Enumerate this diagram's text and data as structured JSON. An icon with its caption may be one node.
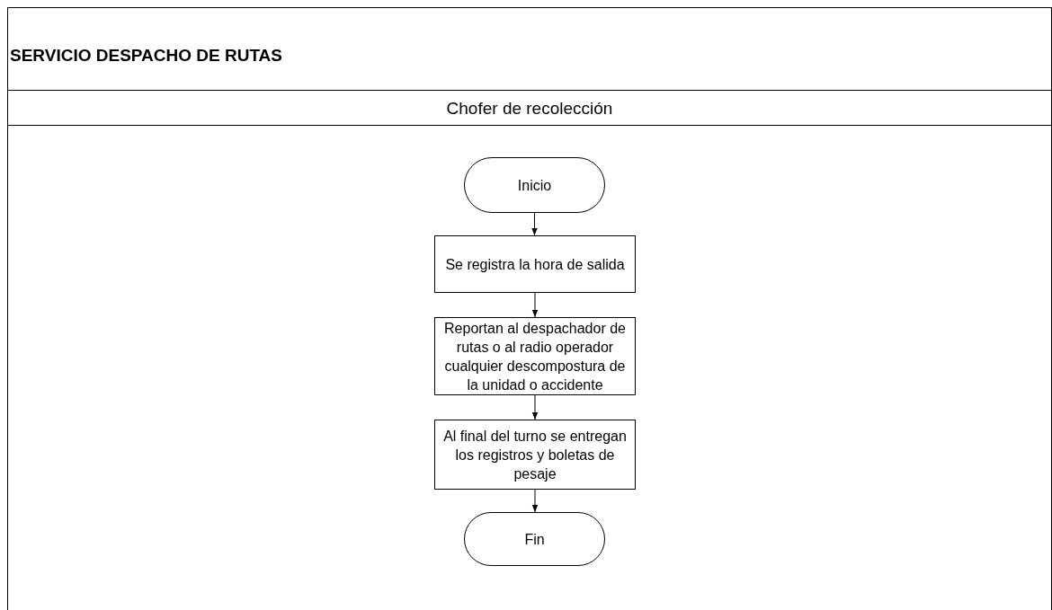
{
  "diagram": {
    "title": "SERVICIO DESPACHO DE RUTAS",
    "nodes": [
      {
        "text": [
          "Chofer de recolección"
        ]
      },
      {
        "text": [
          "Inicio"
        ],
        "in": 0
      },
      {
        "text": [
          "Se registra la hora de salida"
        ],
        "in": 0
      },
      {
        "text": [
          "Reportan al despachador de rutas o al radio operador cualquier descompostura de la unidad o accidente"
        ],
        "in": 0
      },
      {
        "text": [
          "Al final del turno se entregan los registros y boletas de pesaje"
        ],
        "in": 0
      },
      {
        "text": [
          "Fin"
        ],
        "in": 0
      }
    ],
    "edges": [
      {
        "from": 1,
        "to": 2,
        "arrow": "to"
      },
      {
        "from": 2,
        "to": 3,
        "arrow": "to"
      },
      {
        "from": 3,
        "to": 4,
        "arrow": "to"
      },
      {
        "from": 4,
        "to": 5,
        "arrow": "to"
      }
    ]
  }
}
